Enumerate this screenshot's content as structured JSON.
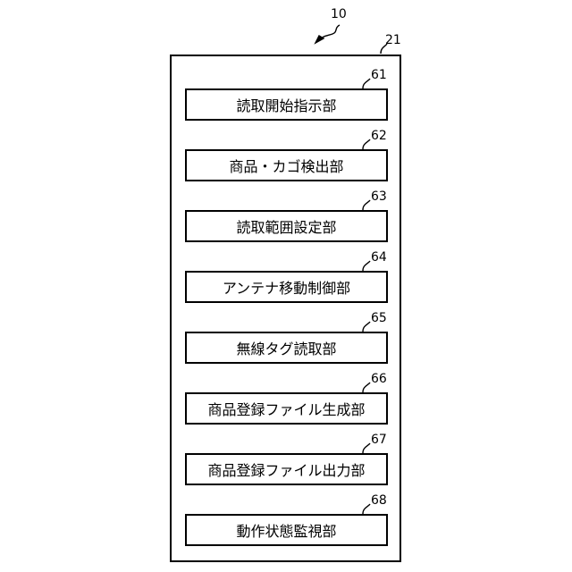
{
  "figure": {
    "device_ref": "10",
    "outer_ref": "21"
  },
  "units": [
    {
      "ref": "61",
      "label": "読取開始指示部"
    },
    {
      "ref": "62",
      "label": "商品・カゴ検出部"
    },
    {
      "ref": "63",
      "label": "読取範囲設定部"
    },
    {
      "ref": "64",
      "label": "アンテナ移動制御部"
    },
    {
      "ref": "65",
      "label": "無線タグ読取部"
    },
    {
      "ref": "66",
      "label": "商品登録ファイル生成部"
    },
    {
      "ref": "67",
      "label": "商品登録ファイル出力部"
    },
    {
      "ref": "68",
      "label": "動作状態監視部"
    }
  ]
}
